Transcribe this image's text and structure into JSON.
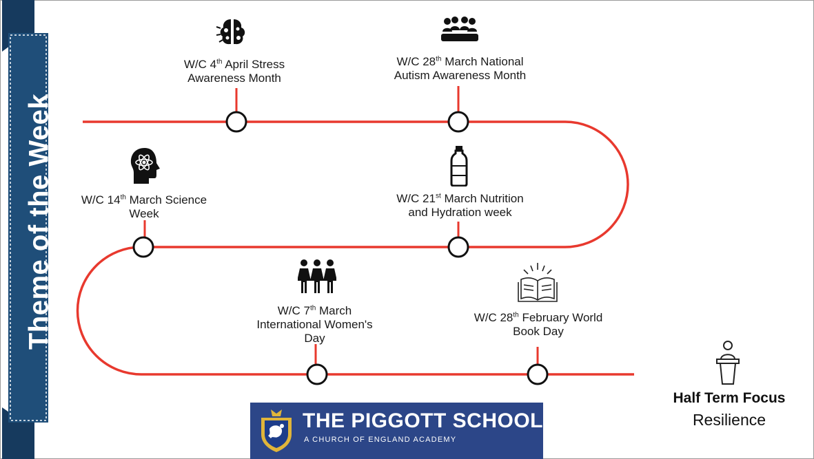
{
  "side_banner": {
    "title": "Theme of the Week"
  },
  "events": [
    {
      "prefix": "W/C 4",
      "sup": "th",
      "line1_rest": " April Stress",
      "line2": "Awareness Month",
      "line3": "",
      "icon": "brain-gears-icon"
    },
    {
      "prefix": "W/C 28",
      "sup": "th",
      "line1_rest": " March National",
      "line2": "Autism Awareness Month",
      "line3": "",
      "icon": "group-meeting-icon"
    },
    {
      "prefix": "W/C 14",
      "sup": "th",
      "line1_rest": " March Science",
      "line2": "Week",
      "line3": "",
      "icon": "science-head-icon"
    },
    {
      "prefix": "W/C 21",
      "sup": "st",
      "line1_rest": " March Nutrition",
      "line2": "and Hydration week",
      "line3": "",
      "icon": "water-bottle-icon"
    },
    {
      "prefix": "W/C 7",
      "sup": "th",
      "line1_rest": " March",
      "line2": "International Women's",
      "line3": "Day",
      "icon": "women-group-icon"
    },
    {
      "prefix": "W/C 28",
      "sup": "th",
      "line1_rest": " February World",
      "line2": "Book Day",
      "line3": "",
      "icon": "open-book-icon"
    }
  ],
  "focus": {
    "title": "Half Term Focus",
    "value": "Resilience",
    "icon": "podium-speaker-icon"
  },
  "logo": {
    "name": "THE PIGGOTT SCHOOL",
    "subtitle": "A CHURCH OF ENGLAND ACADEMY"
  },
  "colors": {
    "road": "#e8392e",
    "banner": "#1f4e79",
    "banner_dark": "#163a5e",
    "logo_bg": "#2c4688"
  }
}
